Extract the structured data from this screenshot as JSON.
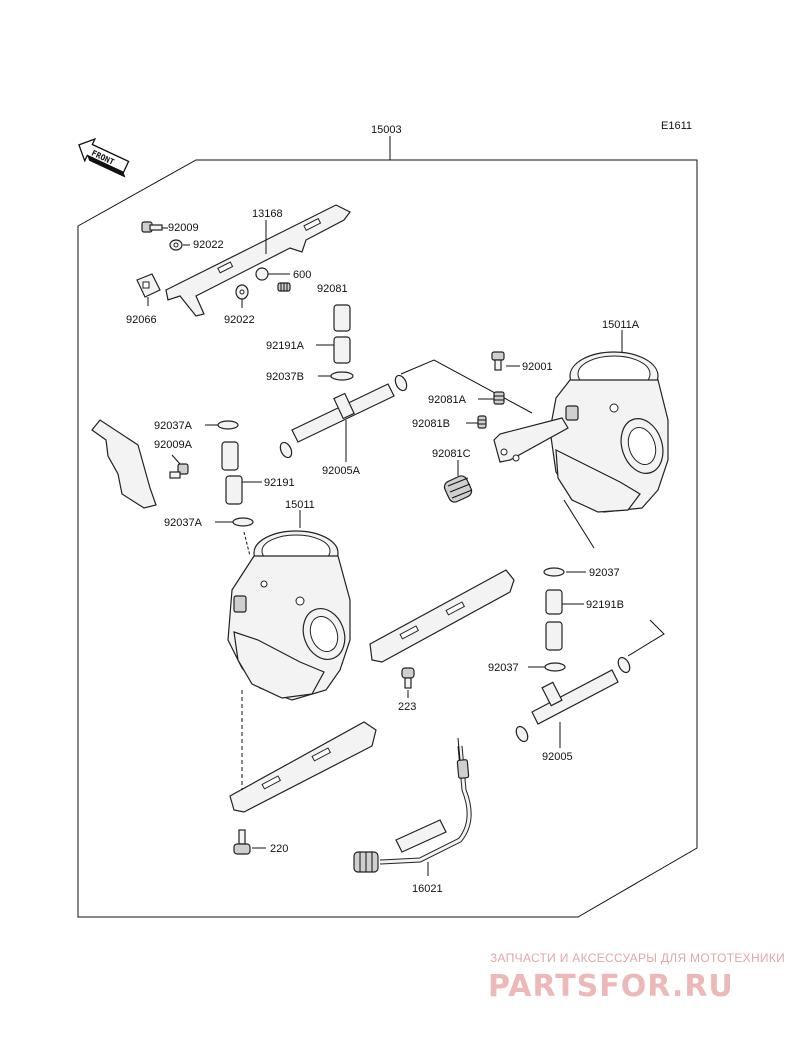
{
  "diagram_code": "E1611",
  "front_label": "FRONT",
  "labels": {
    "assembly": "15003",
    "bracket": "13168",
    "screw_top": "92009",
    "washer_top": "92022",
    "nut_600": "600",
    "spring_top": "92081",
    "clip_bracket": "92066",
    "washer_bottom": "92022",
    "tube_a": "92191A",
    "ring_b": "92037B",
    "tee_upper": "92005A",
    "clip_37a_top": "92037A",
    "screw_a": "92009A",
    "tube_mid": "92191",
    "clip_37a_bottom": "92037A",
    "carb_left": "15011",
    "carb_right": "15011A",
    "screw_right": "92001",
    "spring_a": "92081A",
    "spring_b": "92081B",
    "spring_c": "92081C",
    "clip_right_top": "92037",
    "tube_b": "92191B",
    "clip_right_bottom": "92037",
    "tee_lower": "92005",
    "screw_223": "223",
    "screw_220": "220",
    "cable": "16021"
  },
  "watermark": {
    "subtitle": "ЗАПЧАСТИ И АКСЕССУАРЫ ДЛЯ МОТОТЕХНИКИ",
    "brand": "PARTSFOR.RU"
  }
}
